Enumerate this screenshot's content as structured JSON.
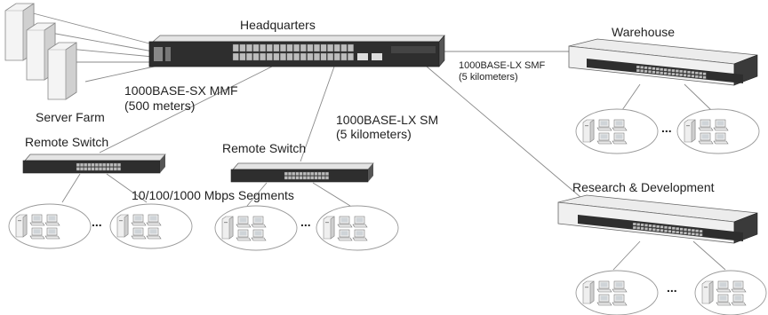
{
  "labels": {
    "headquarters": "Headquarters",
    "warehouse": "Warehouse",
    "research": "Research & Development",
    "server_farm": "Server Farm",
    "remote_switch_1": "Remote Switch",
    "remote_switch_2": "Remote Switch",
    "link_sx_line1": "1000BASE-SX MMF",
    "link_sx_line2": "(500 meters)",
    "link_lx_sm_line1": "1000BASE-LX SM",
    "link_lx_sm_line2": "(5 kilometers)",
    "link_lx_smf_line1": "1000BASE-LX SMF",
    "link_lx_smf_line2": "(5 kilometers)",
    "segments": "10/100/1000 Mbps Segments",
    "ellipsis": "..."
  },
  "colors": {
    "line": "#8a8a8a",
    "switch_top": "#e6e6e6",
    "switch_front": "#2b2b2b",
    "port": "#bdbdbd",
    "server": "#f2f2f2",
    "cluster_ring": "#9a9a9a"
  },
  "icons": [
    "switch-icon",
    "server-icon",
    "workstation-icon"
  ]
}
